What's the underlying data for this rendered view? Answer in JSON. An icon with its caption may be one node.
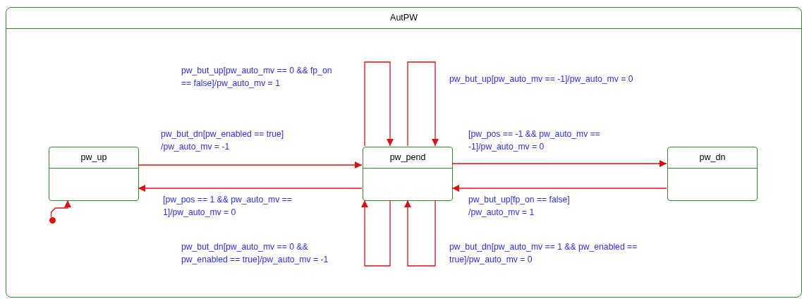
{
  "diagram": {
    "nodes": [
      {
        "text": [
          "AutPW"
        ]
      },
      {
        "text": [
          "pw_up"
        ],
        "in": 0
      },
      {
        "text": [
          "pw_pend"
        ],
        "in": 0
      },
      {
        "text": [
          "pw_dn"
        ],
        "in": 0
      },
      {
        "text": [],
        "shape": "circle",
        "in": 0
      }
    ],
    "edges": [
      {
        "from": 4,
        "to": 1,
        "arrow": "to"
      },
      {
        "from": 1,
        "to": 2,
        "arrow": "to",
        "label": "pw_but_dn[pw_enabled == true] /pw_auto_mv = -1"
      },
      {
        "from": 2,
        "to": 1,
        "arrow": "to",
        "label": "[pw_pos == 1 && pw_auto_mv == 1]/pw_auto_mv = 0"
      },
      {
        "from": 2,
        "to": 3,
        "arrow": "to",
        "label": "[pw_pos == -1 && pw_auto_mv == -1]/pw_auto_mv = 0"
      },
      {
        "from": 3,
        "to": 2,
        "arrow": "to",
        "label": "pw_but_up[fp_on == false] /pw_auto_mv = 1"
      },
      {
        "from": 2,
        "to": 2,
        "arrow": "to",
        "label": "pw_but_up[pw_auto_mv == 0 && fp_on == false]/pw_auto_mv = 1"
      },
      {
        "from": 2,
        "to": 2,
        "arrow": "to",
        "label": "pw_but_up[pw_auto_mv == -1]/pw_auto_mv = 0"
      },
      {
        "from": 2,
        "to": 2,
        "arrow": "to",
        "label": "pw_but_dn[pw_auto_mv == 0 && pw_enabled == true]/pw_auto_mv = -1"
      },
      {
        "from": 2,
        "to": 2,
        "arrow": "to",
        "label": "pw_but_dn[pw_auto_mv == 1 && pw_enabled == true]/pw_auto_mv = 0"
      }
    ]
  }
}
